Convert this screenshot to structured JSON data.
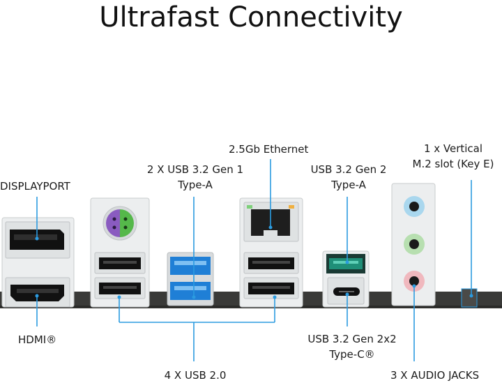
{
  "title": "Ultrafast Connectivity",
  "labels": {
    "displayport": "DISPLAYPORT",
    "hdmi": "HDMI®",
    "usb32gen1": [
      "2 X USB 3.2 Gen 1",
      "Type-A"
    ],
    "usb20": "4 X USB 2.0",
    "ethernet": "2.5Gb Ethernet",
    "usb32gen2": [
      "USB 3.2 Gen 2",
      "Type-A"
    ],
    "usb32gen2x2": [
      "USB 3.2 Gen 2x2",
      "Type-C®"
    ],
    "m2vertical": [
      "1 x Vertical",
      "M.2 slot (Key E)"
    ],
    "audio": "3 X AUDIO JACKS"
  },
  "colors": {
    "callout": "#2b9be0",
    "board": "#3a3a38",
    "bracket": "#e9ebec",
    "usb3_blue": "#1f7fd6",
    "usb_gen2_teal": "#1f8f78",
    "ps2_purple": "#8a5bc0",
    "ps2_green": "#55b84a",
    "audio_blue": "#a9d7ee",
    "audio_green": "#b7dfb0",
    "audio_pink": "#f0b8be"
  }
}
